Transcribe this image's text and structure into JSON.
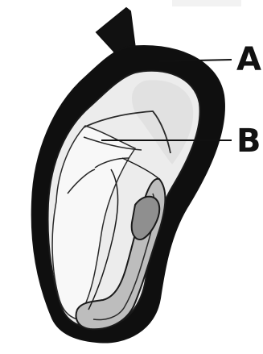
{
  "diagram": {
    "labels": [
      {
        "id": "A",
        "text": "A"
      },
      {
        "id": "B",
        "text": "B"
      }
    ],
    "colors": {
      "outline": "#111111",
      "seed_coat": "#0f0f0f",
      "cotyledon_light": "#ececec",
      "cotyledon_highlight": "#f8f8f8",
      "embryo_mid": "#bdbdbd",
      "embryo_dark": "#8f8f8f",
      "background": "#ffffff"
    },
    "shapes": {
      "stalk": "stalk",
      "seed_coat": "seed-coat",
      "cotyledon": "cotyledon",
      "embryo": "embryo"
    }
  }
}
